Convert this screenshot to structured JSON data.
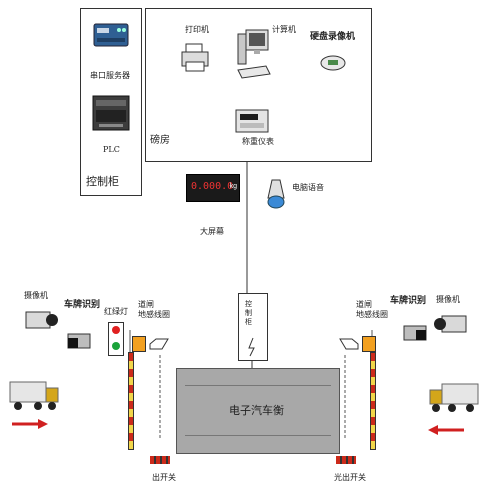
{
  "control_cabinet": {
    "title": "控制柜",
    "serial_server_label": "串口服务器",
    "plc_label": "PLC"
  },
  "weigh_room": {
    "title": "磅房",
    "printer_label": "打印机",
    "computer_label": "计算机",
    "dvr_label": "硬盘录像机",
    "indicator_label": "称重仪表"
  },
  "big_display": {
    "label": "大屏幕",
    "reading": "0.000.0",
    "unit": "kg"
  },
  "voice": {
    "label": "电脑语音"
  },
  "cabinet_box": {
    "label": "控\n制\n柜"
  },
  "scale": {
    "label": "电子汽车衡"
  },
  "left_side": {
    "camera_label": "摄像机",
    "plate_label": "车牌识别",
    "traffic_light_label": "红绿灯",
    "barrier_label": "道闸\n地感线圈",
    "ground_switch_label": "出开关"
  },
  "right_side": {
    "camera_label": "摄像机",
    "plate_label": "车牌识别",
    "barrier_label": "道闸\n地感线圈",
    "ground_switch_label": "光出开关"
  },
  "colors": {
    "line": "#333333",
    "scale_fill": "#a8a8a8",
    "arrow_red": "#d02020",
    "pole_red": "#cc2a1a",
    "pole_yellow": "#f2d64a",
    "light_red": "#e02020",
    "light_green": "#1aa33a"
  }
}
